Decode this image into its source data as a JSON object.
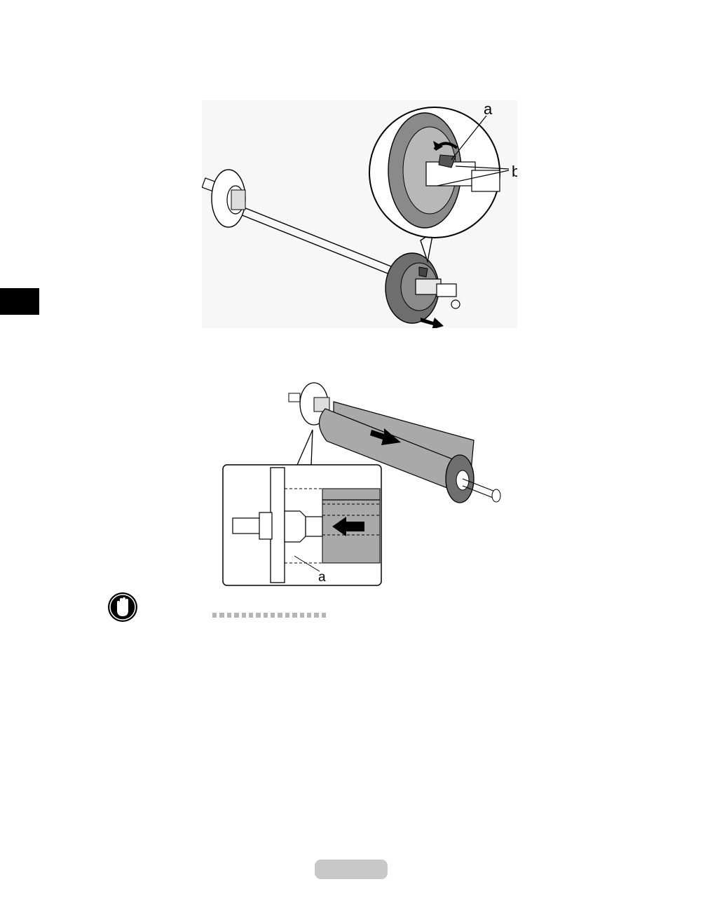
{
  "figure1": {
    "callout_a": "a",
    "callout_b": "b"
  },
  "figure2": {
    "callout_a": "a"
  },
  "important": {
    "icon": "hand-stop-icon"
  },
  "colors": {
    "tab": "#000000",
    "paper_roll": "#a9a9a9",
    "holder_dark": "#6e6e6e",
    "divider_dots": "#b5b5b5",
    "page_pill": "#c8c8c8"
  }
}
